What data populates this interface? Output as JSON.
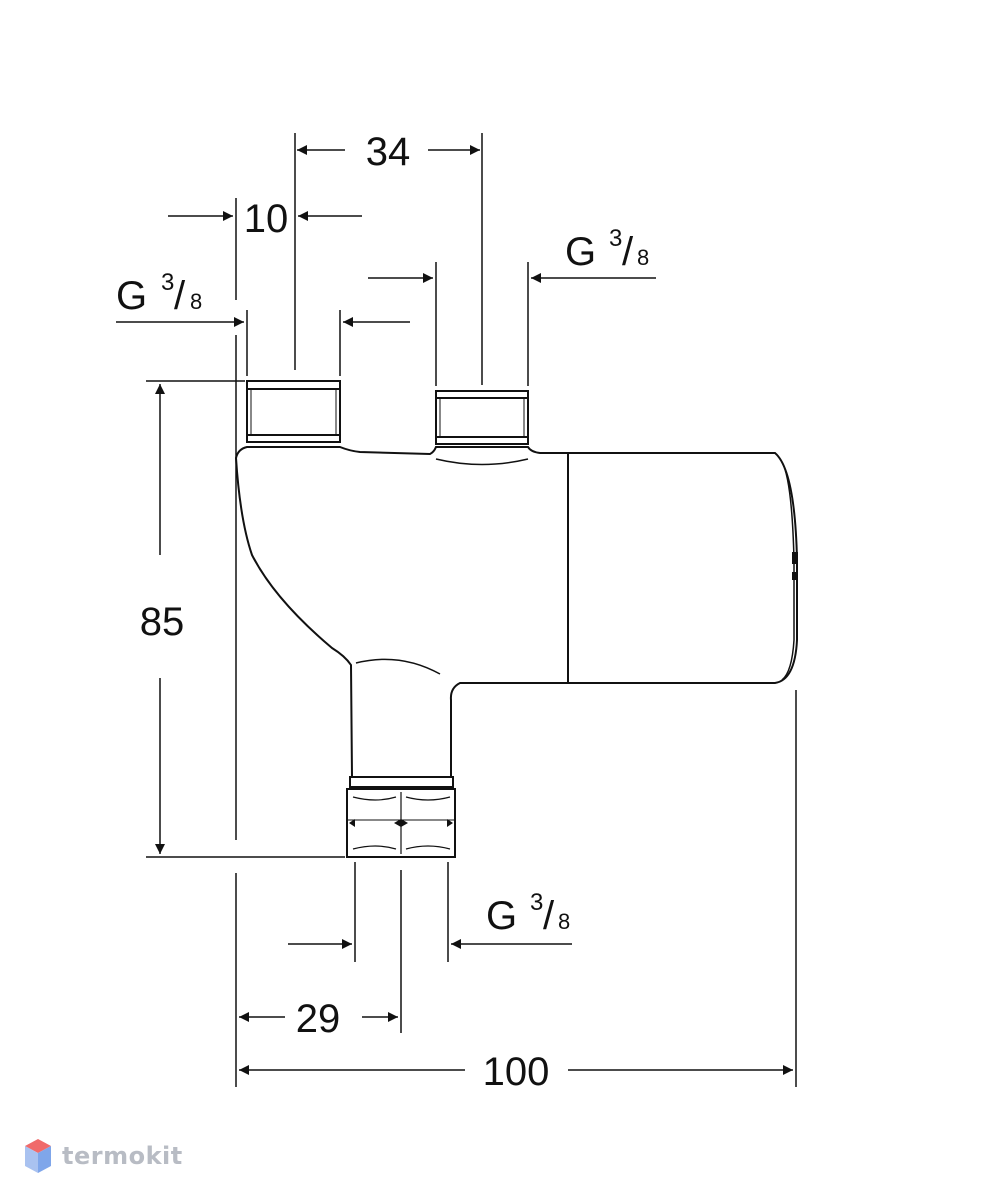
{
  "dimensions": {
    "top_spacing": "34",
    "inlet_offset": "10",
    "height": "85",
    "outlet_offset": "29",
    "total_width": "100"
  },
  "threads": {
    "left_inlet": {
      "main": "G",
      "sup": "3",
      "sep": "/",
      "sub": "8"
    },
    "right_inlet": {
      "main": "G",
      "sup": "3",
      "sep": "/",
      "sub": "8"
    },
    "outlet": {
      "main": "G",
      "sup": "3",
      "sep": "/",
      "sub": "8"
    }
  },
  "watermark": {
    "text": "termokit",
    "logo_icon": "hexagon-cube-icon",
    "colors": {
      "top": "#f06a6a",
      "left": "#a9c2f0",
      "right": "#7fa6ea",
      "text": "#b8bcc4"
    }
  },
  "line_color": "#111111"
}
